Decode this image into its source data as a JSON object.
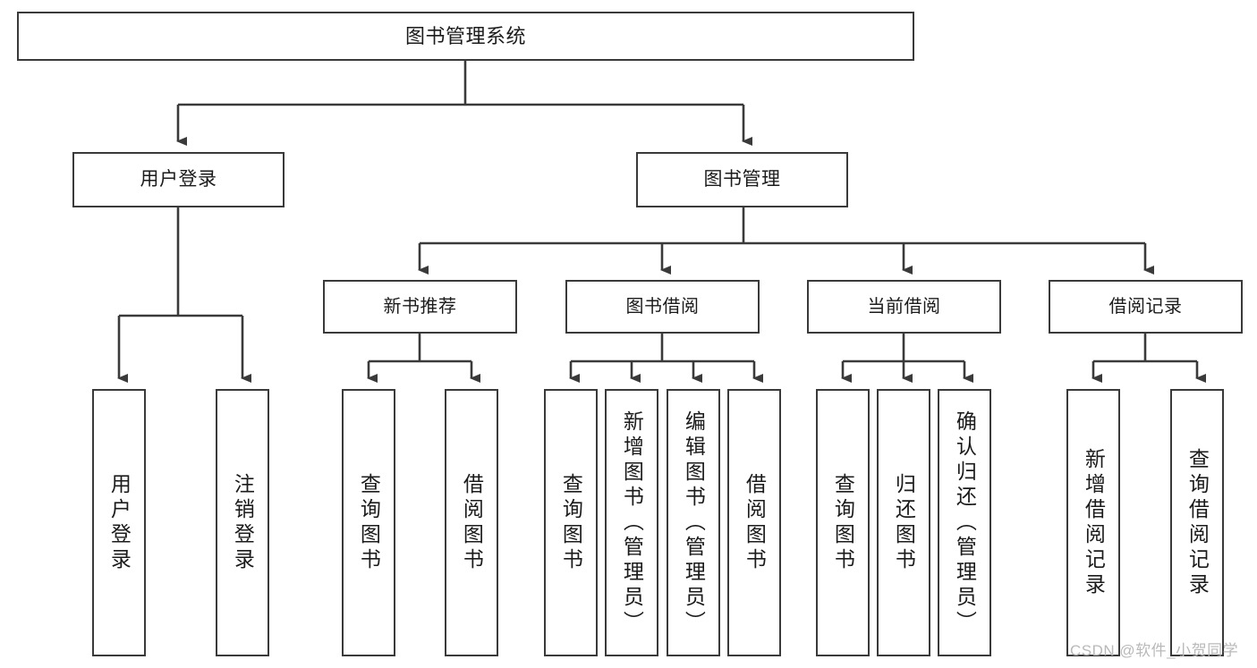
{
  "diagram": {
    "title": "图书管理系统",
    "type": "tree-hierarchy-chart",
    "root": {
      "label": "图书管理系统"
    },
    "level2": [
      {
        "label": "用户登录"
      },
      {
        "label": "图书管理"
      }
    ],
    "level3": [
      {
        "label": "新书推荐"
      },
      {
        "label": "图书借阅"
      },
      {
        "label": "当前借阅"
      },
      {
        "label": "借阅记录"
      }
    ],
    "leaves": {
      "user_login": [
        {
          "label": "用户登录"
        },
        {
          "label": "注销登录"
        }
      ],
      "new_book_recommend": [
        {
          "label": "查询图书"
        },
        {
          "label": "借阅图书"
        }
      ],
      "book_borrow": [
        {
          "label": "查询图书"
        },
        {
          "label": "新增图书（管理员）"
        },
        {
          "label": "编辑图书（管理员）"
        },
        {
          "label": "借阅图书"
        }
      ],
      "current_borrow": [
        {
          "label": "查询图书"
        },
        {
          "label": "归还图书"
        },
        {
          "label": "确认归还（管理员）"
        }
      ],
      "borrow_record": [
        {
          "label": "新增借阅记录"
        },
        {
          "label": "查询借阅记录"
        }
      ]
    }
  },
  "watermark": {
    "text": "CSDN @软件_小贺同学"
  },
  "colors": {
    "border": "#3a3a3a",
    "text": "#1b1b1b",
    "background": "#ffffff",
    "watermark": "#b9b9b9"
  }
}
